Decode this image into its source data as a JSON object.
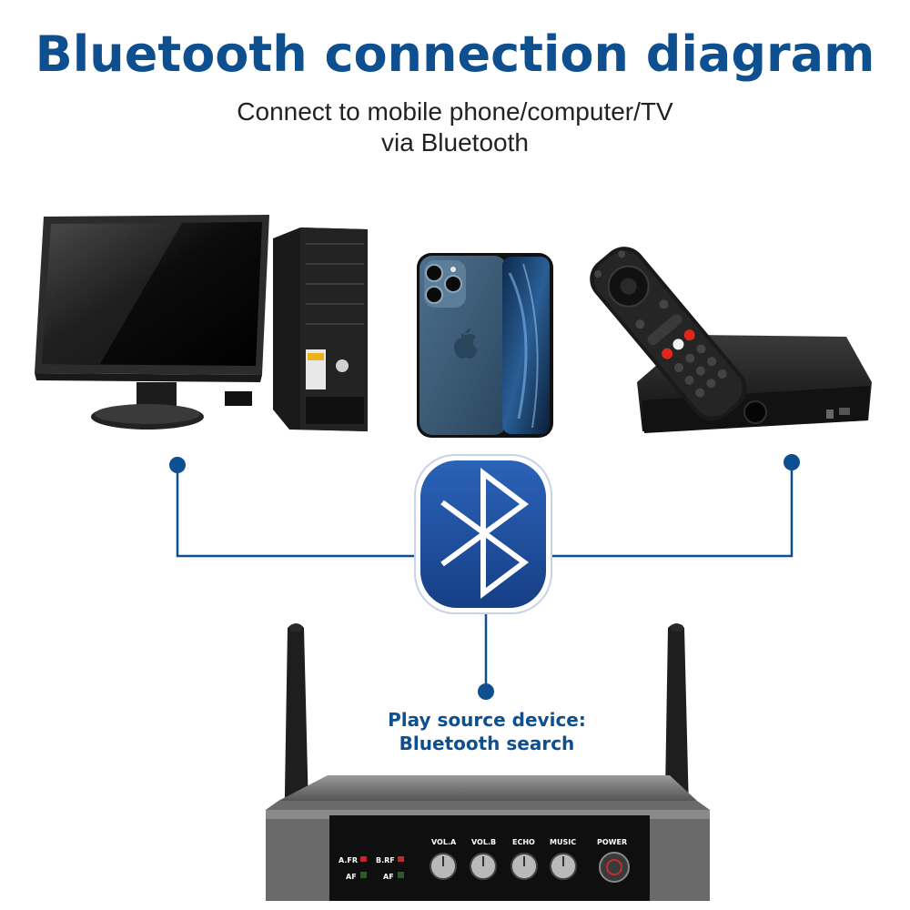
{
  "title": "Bluetooth connection diagram",
  "subtitle": {
    "line1": "Connect to mobile phone/computer/TV",
    "line2": "via Bluetooth"
  },
  "caption": {
    "line1": "Play source device:",
    "line2": "Bluetooth search"
  },
  "receiver_panel": {
    "vol_a": "VOL.A",
    "vol_b": "VOL.B",
    "echo": "ECHO",
    "music": "MUSIC",
    "power": "POWER",
    "a_rf": "A.FR",
    "b_rf": "B.RF",
    "af_a": "AF",
    "af_b": "AF"
  },
  "colors": {
    "accent": "#0e4f8f",
    "bluetooth_badge": "#1e4f9e"
  },
  "icons": [
    "computer-icon",
    "smartphone-icon",
    "tv-box-icon",
    "bluetooth-icon",
    "wireless-receiver-icon"
  ]
}
